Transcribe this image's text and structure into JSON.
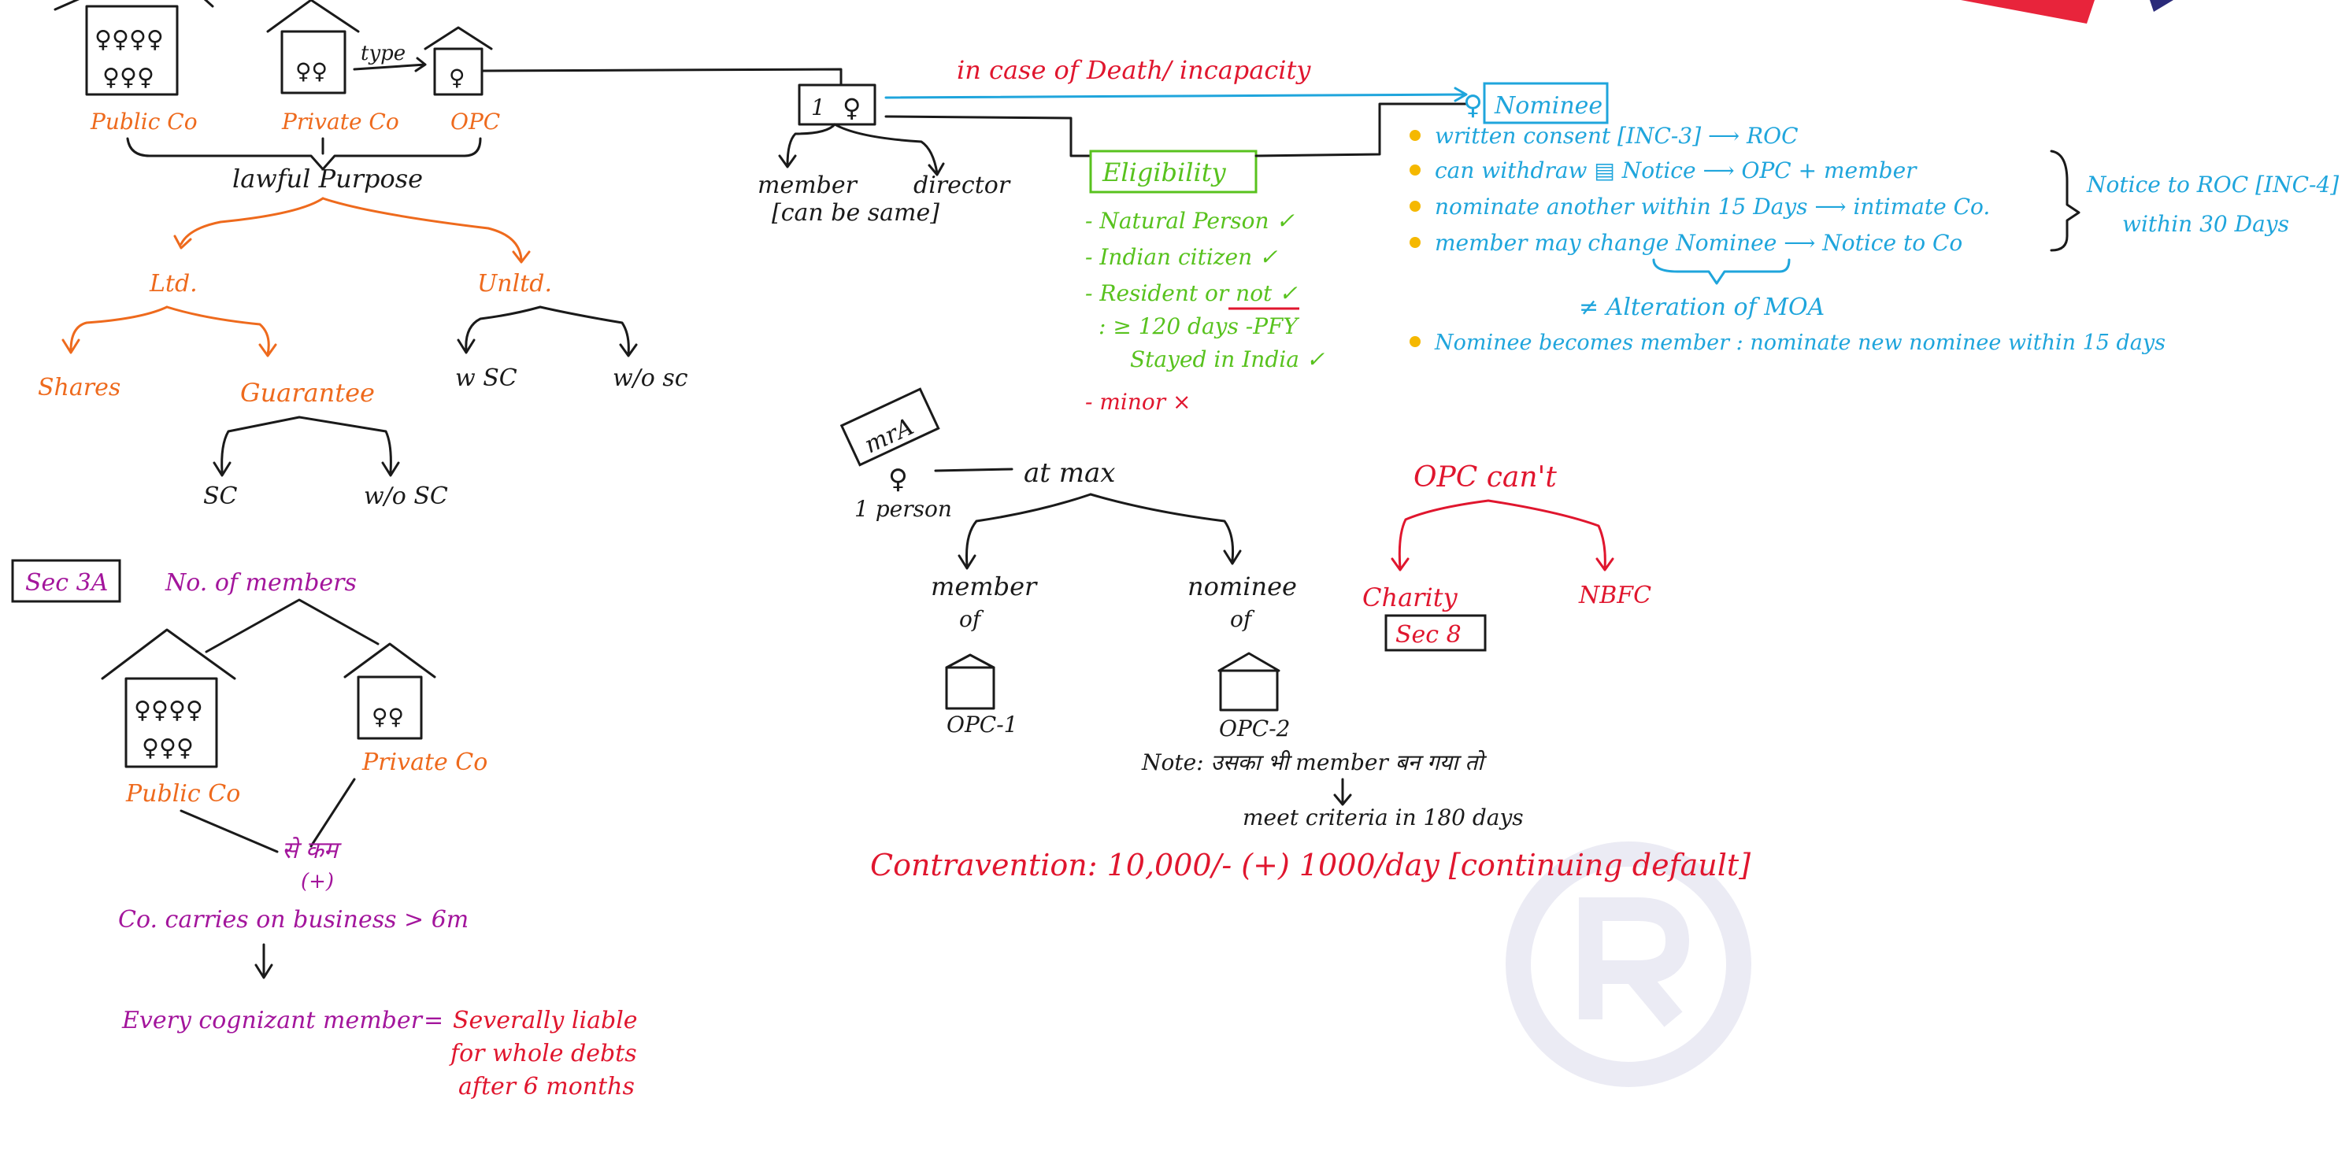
{
  "colors": {
    "orange": "#ee6a1d",
    "black": "#1a1a1a",
    "purple": "#a3159c",
    "red": "#e0162e",
    "blue": "#1fa5dc",
    "green": "#58c21e",
    "bullet": "#f5b800"
  },
  "company_types": {
    "public": "Public Co",
    "private": "Private Co",
    "opc": "OPC",
    "type_label": "type",
    "lawful_purpose": "lawful Purpose"
  },
  "liability": {
    "ltd": "Ltd.",
    "unltd": "Unltd.",
    "shares": "Shares",
    "guarantee": "Guarantee",
    "w_sc": "w SC",
    "wo_sc": "w/o sc",
    "sc": "SC",
    "wo_sc2": "w/o SC"
  },
  "opc_box": {
    "label": "1",
    "member": "member",
    "director": "director",
    "can_be_same": "[can be same]",
    "death_label": "in case of Death/ incapacity"
  },
  "eligibility": {
    "title": "Eligibility",
    "items": [
      "- Natural Person ✓",
      "- Indian citizen ✓",
      "- Resident or not ✓",
      ": ≥ 120 days -PFY",
      "Stayed in India ✓",
      "- minor ×"
    ]
  },
  "nominee": {
    "title": "Nominee",
    "items": [
      "written consent [INC-3] ⟶ ROC",
      "can withdraw ▤ Notice ⟶ OPC + member",
      "nominate another within 15 Days ⟶ intimate Co.",
      "member may change Nominee ⟶ Notice to Co",
      "Nominee becomes member : nominate new nominee within 15 days"
    ],
    "change_word": "change",
    "alteration": "≠ Alteration of MOA",
    "notice_roc": "Notice to ROC [INC-4]",
    "within_30": "within 30 Days"
  },
  "max_section": {
    "mr_a": "mrA",
    "one_person": "1 person",
    "at_max": "at max",
    "member_of": "member",
    "of": "of",
    "nominee_of": "nominee",
    "opc1": "OPC-1",
    "opc2": "OPC-2",
    "note": "Note: उसका भी member बन गया तो",
    "meet_criteria": "meet criteria in 180 days"
  },
  "opc_cant": {
    "title": "OPC can't",
    "charity": "Charity",
    "sec8": "Sec 8",
    "nbfc": "NBFC"
  },
  "contravention": "Contravention: 10,000/- (+) 1000/day [continuing default]",
  "sec3a": {
    "label": "Sec 3A",
    "no_members": "No. of members",
    "public": "Public Co",
    "private": "Private Co",
    "se_kam": "से कम",
    "plus": "(+)",
    "business": "Co. carries on business > 6m",
    "cognizant": "Every cognizant member",
    "equals": "=",
    "liable1": "Severally liable",
    "liable2": "for whole debts",
    "liable3": "after 6 months"
  }
}
